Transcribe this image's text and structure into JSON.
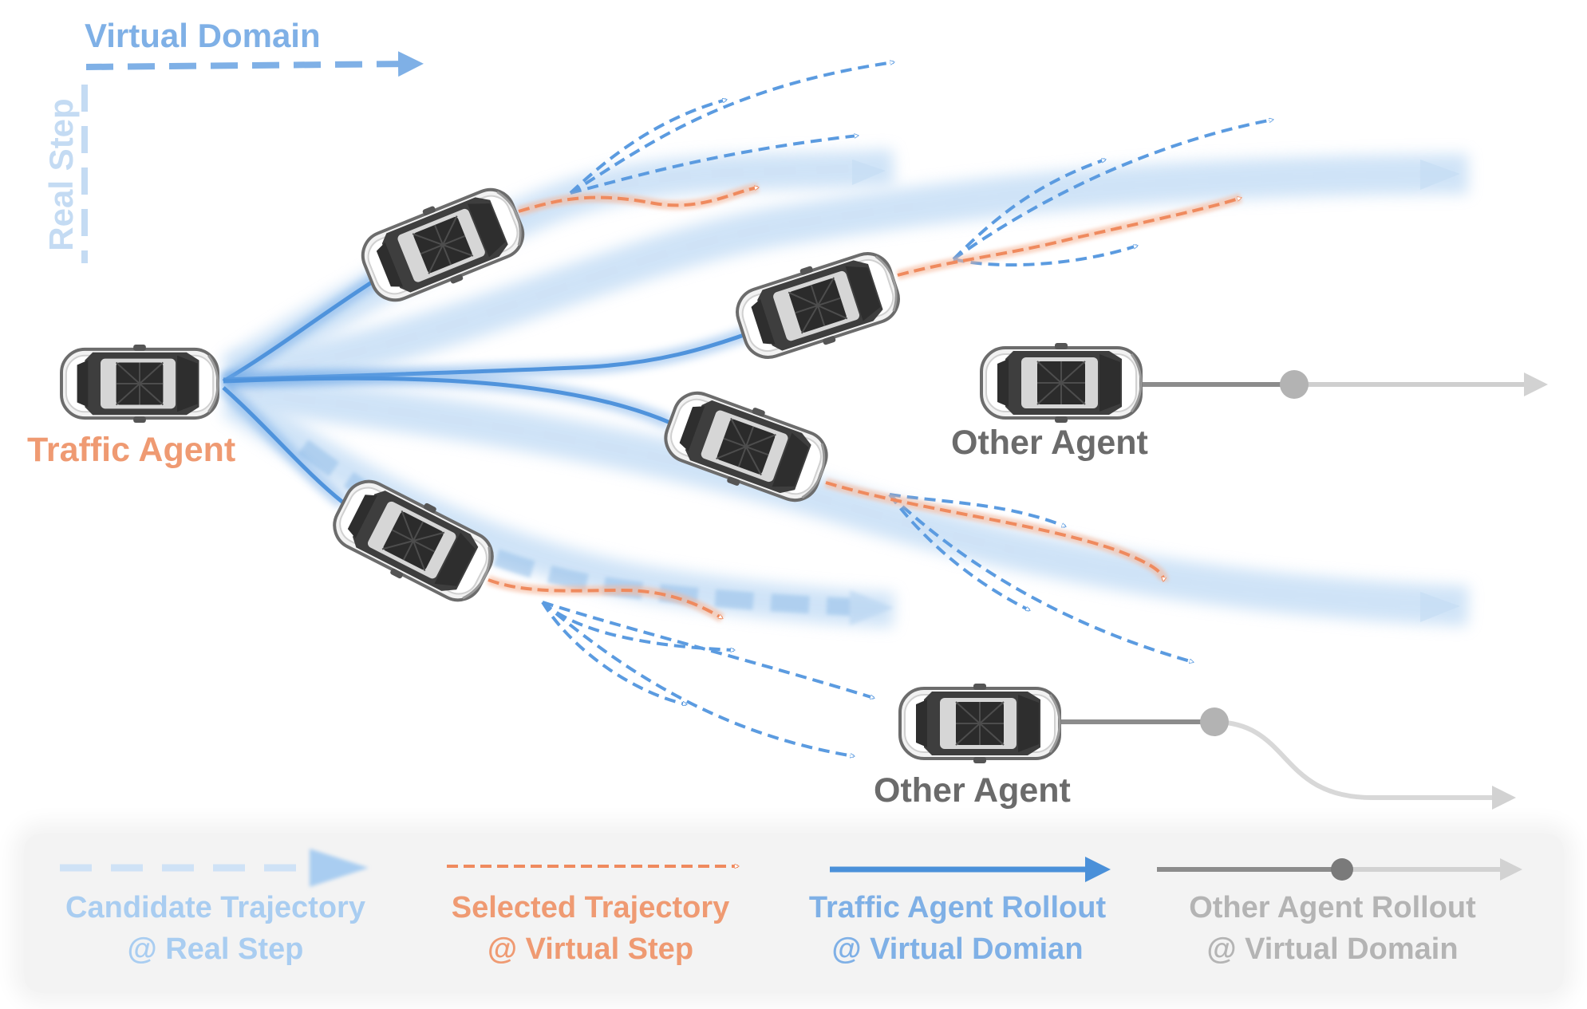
{
  "axes": {
    "virtual_domain": "Virtual Domain",
    "real_step": "Real Step"
  },
  "agents": {
    "traffic": "Traffic Agent",
    "other_1": "Other Agent",
    "other_2": "Other Agent"
  },
  "legend": {
    "candidate": {
      "line1": "Candidate Trajectory",
      "line2": "@ Real Step"
    },
    "selected": {
      "line1": "Selected Trajectory",
      "line2": "@ Virtual Step"
    },
    "traffic_rollout": {
      "line1": "Traffic Agent Rollout",
      "line2": "@ Virtual Domian"
    },
    "other_rollout": {
      "line1": "Other Agent Rollout",
      "line2": "@ Virtual Domain"
    }
  },
  "colors": {
    "blue": "#4a90d9",
    "light_blue": "#9cc3ea",
    "orange": "#ef9a72",
    "gray": "#8a8a8a",
    "light_gray": "#c8c8c8"
  }
}
